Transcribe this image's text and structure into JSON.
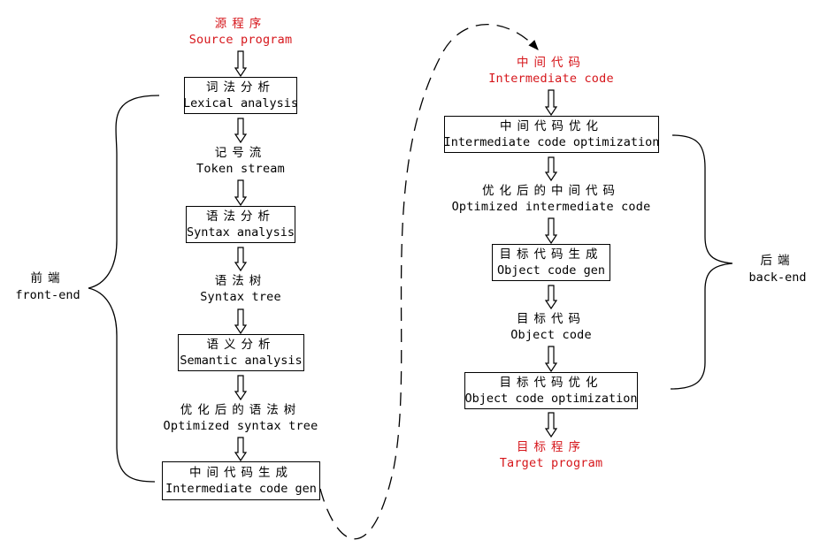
{
  "front": {
    "source": {
      "zh": "源程序",
      "en": "Source program"
    },
    "lexical": {
      "zh": "词法分析",
      "en": "Lexical analysis"
    },
    "token": {
      "zh": "记号流",
      "en": "Token stream"
    },
    "syntax": {
      "zh": "语法分析",
      "en": "Syntax analysis"
    },
    "tree": {
      "zh": "语法树",
      "en": "Syntax tree"
    },
    "semantic": {
      "zh": "语义分析",
      "en": "Semantic analysis"
    },
    "opt_tree": {
      "zh": "优化后的语法树",
      "en": "Optimized syntax tree"
    },
    "icgen": {
      "zh": "中间代码生成",
      "en": "Intermediate code gen"
    }
  },
  "back": {
    "ic": {
      "zh": "中间代码",
      "en": "Intermediate code"
    },
    "icopt": {
      "zh": "中间代码优化",
      "en": "Intermediate code optimization"
    },
    "opt_ic": {
      "zh": "优化后的中间代码",
      "en": "Optimized intermediate code"
    },
    "ocgen": {
      "zh": "目标代码生成",
      "en": "Object code gen"
    },
    "oc": {
      "zh": "目标代码",
      "en": "Object code"
    },
    "ocopt": {
      "zh": "目标代码优化",
      "en": "Object code optimization"
    },
    "target": {
      "zh": "目标程序",
      "en": "Target program"
    }
  },
  "labels": {
    "front_end": {
      "zh": "前端",
      "en": "front-end"
    },
    "back_end": {
      "zh": "后端",
      "en": "back-end"
    }
  },
  "colors": {
    "highlight": "#d6161b",
    "line": "#000000"
  }
}
